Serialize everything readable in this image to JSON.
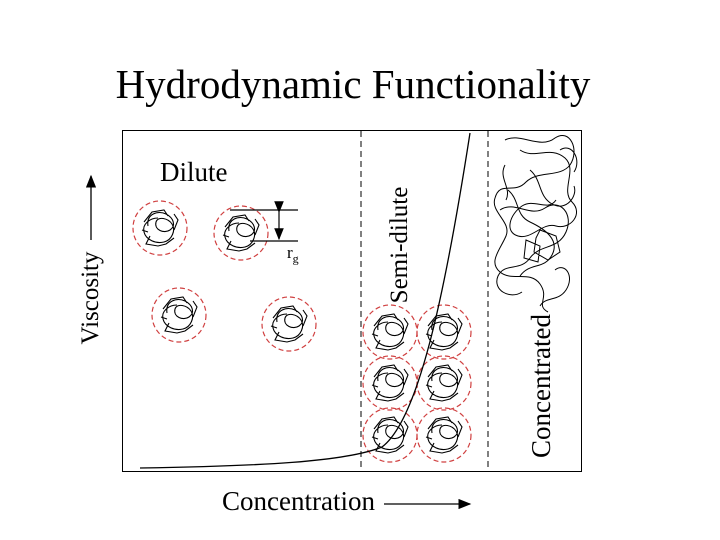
{
  "diagram": {
    "title": "Hydrodynamic Functionality",
    "regions": {
      "dilute": "Dilute",
      "semi_dilute": "Semi-dilute",
      "concentrated": "Concentrated"
    },
    "radius_label": "r",
    "radius_subscript": "g",
    "y_axis_label": "Viscosity",
    "x_axis_label": "Concentration",
    "colors": {
      "coil_boundary": "#d04040",
      "lines": "#000000"
    }
  }
}
